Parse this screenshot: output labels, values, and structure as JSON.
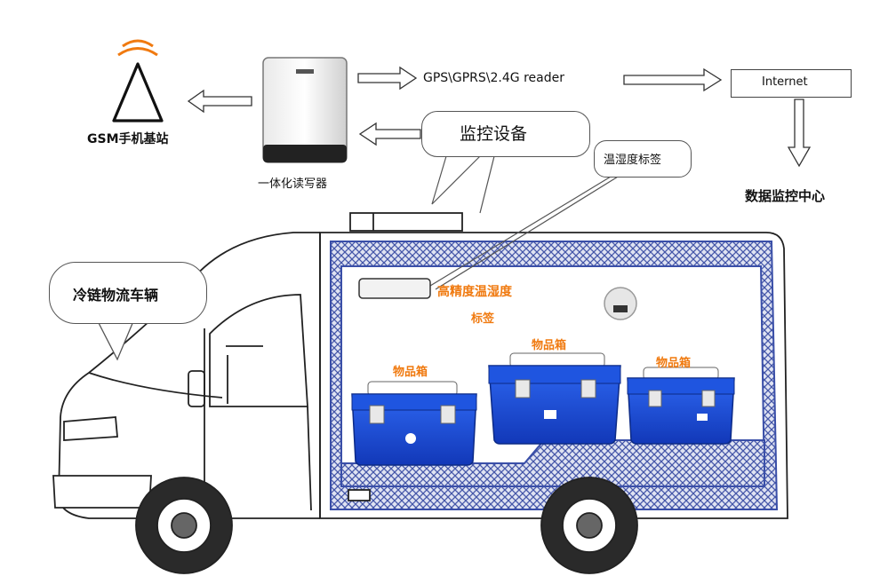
{
  "labels": {
    "gsm_station": "GSM手机基站",
    "reader": "一体化读写器",
    "gps_reader": "GPS\\GPRS\\2.4G reader",
    "internet": "Internet",
    "monitor_device": "监控设备",
    "temp_tag": "温湿度标签",
    "data_center": "数据监控中心",
    "vehicle": "冷链物流车辆",
    "hp_tag_line1": "高精度温湿度",
    "hp_tag_line2": "标签",
    "box1": "物品箱",
    "box2": "物品箱",
    "box3": "物品箱"
  },
  "colors": {
    "accent_orange": "#f07a10",
    "cooler_blue": "#1a4fd8",
    "insulation": "#3a4fa8"
  }
}
